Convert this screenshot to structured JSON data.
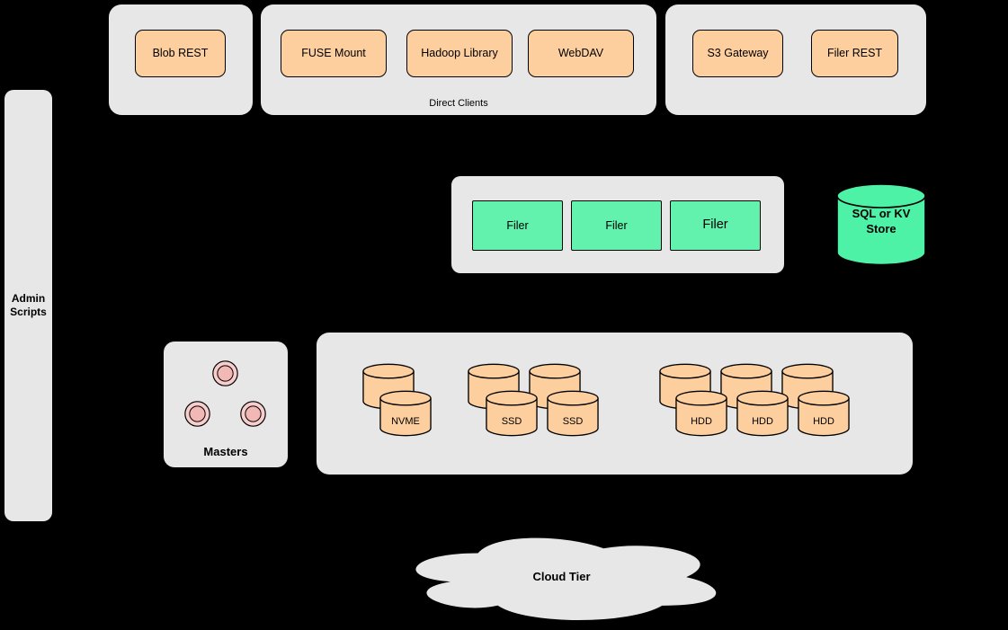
{
  "colors": {
    "background": "#000000",
    "container_fill": "#e7e7e7",
    "client_fill": "#fdcf9e",
    "filer_fill": "#63f2ae",
    "store_fill": "#4ef2a6",
    "master_fill": "#f8cecc",
    "outline": "#000000"
  },
  "top_left_group": {
    "items": [
      {
        "label": "Blob REST"
      }
    ]
  },
  "direct_clients_group": {
    "label": "Direct Clients",
    "items": [
      {
        "label": "FUSE Mount"
      },
      {
        "label": "Hadoop Library"
      },
      {
        "label": "WebDAV"
      }
    ]
  },
  "gateway_group": {
    "items": [
      {
        "label": "S3 Gateway"
      },
      {
        "label": "Filer REST"
      }
    ]
  },
  "admin_scripts": {
    "label": "Admin Scripts"
  },
  "filer_group": {
    "items": [
      {
        "label": "Filer"
      },
      {
        "label": "Filer"
      },
      {
        "label": "Filer"
      }
    ]
  },
  "metadata_store": {
    "label": "SQL or KV Store"
  },
  "masters_group": {
    "label": "Masters"
  },
  "volume_group": {
    "nvme": {
      "label": "NVME"
    },
    "ssd": [
      {
        "label": "SSD"
      },
      {
        "label": "SSD"
      }
    ],
    "hdd": [
      {
        "label": "HDD"
      },
      {
        "label": "HDD"
      },
      {
        "label": "HDD"
      }
    ]
  },
  "cloud_tier": {
    "label": "Cloud Tier"
  }
}
